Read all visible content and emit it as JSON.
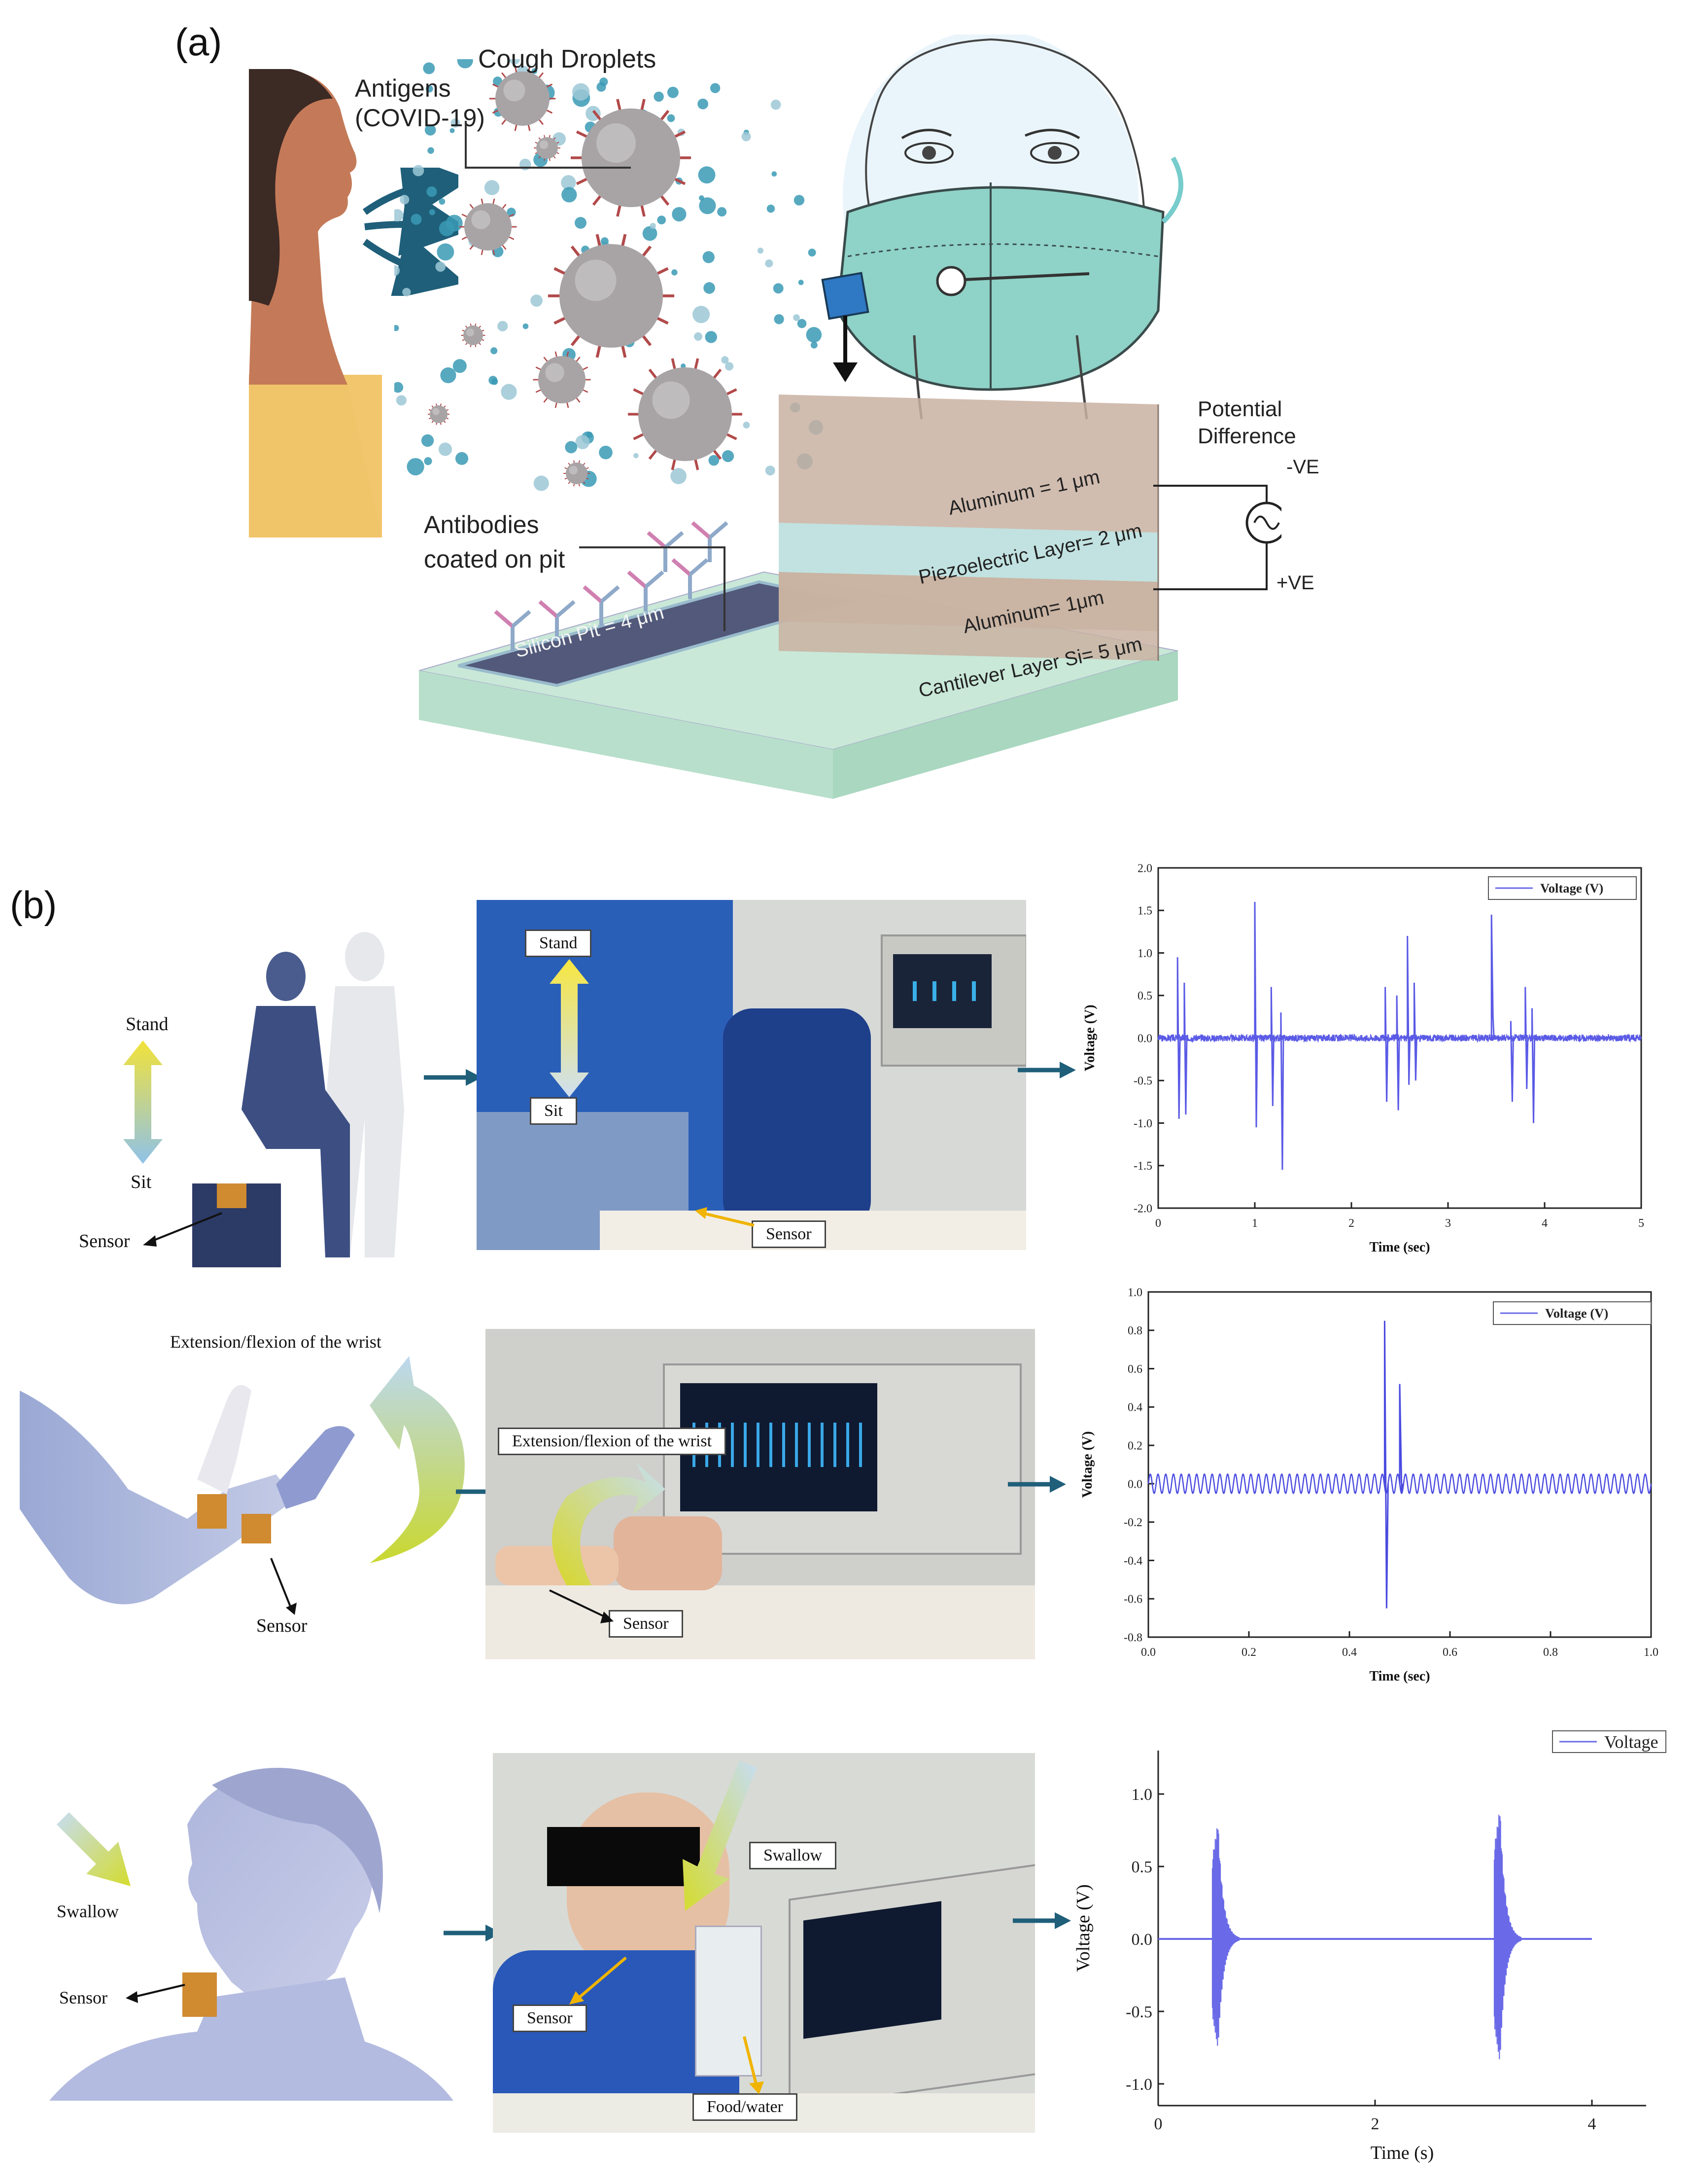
{
  "panel_a": {
    "label": "(a)",
    "antigens": "Antigens",
    "covid": "(COVID-19)",
    "cough_droplets": "Cough Droplets",
    "antibodies_line1": "Antibodies",
    "antibodies_line2": "coated on pit",
    "potential_line1": "Potential",
    "potential_line2": "Difference",
    "neg": "-VE",
    "pos": "+VE",
    "layer_al_top": "Aluminum = 1 μm",
    "layer_piezo": "Piezoelectric Layer= 2 μm",
    "layer_al_bottom": "Aluminum= 1μm",
    "layer_cantilever": "Cantilever Layer Si= 5 μm",
    "silicon_pit": "Silicon Pit = 4 μm",
    "colors": {
      "arrow": "#1f5f7a",
      "virus": "#a06060",
      "droplet": "#3a9ab5",
      "cantilever": "#c9e8d8",
      "piezo": "#bfe6e6",
      "aluminum": "#c9b2a2"
    }
  },
  "panel_b": {
    "label": "(b)",
    "row1": {
      "stand": "Stand",
      "sit": "Sit",
      "sensor": "Sensor",
      "photo_stand": "Stand",
      "photo_sit": "Sit",
      "photo_sensor": "Sensor"
    },
    "row2": {
      "title": "Extension/flexion of the wrist",
      "sensor": "Sensor",
      "photo_title": "Extension/flexion of the wrist",
      "photo_sensor": "Sensor"
    },
    "row3": {
      "swallow": "Swallow",
      "sensor": "Sensor",
      "photo_swallow": "Swallow",
      "photo_sensor": "Sensor",
      "photo_food": "Food/water"
    }
  },
  "chart_data": [
    {
      "type": "line",
      "xlabel": "Time (sec)",
      "ylabel": "Voltage (V)",
      "xlim": [
        0,
        5
      ],
      "ylim": [
        -2.0,
        2.0
      ],
      "xticks": [
        0,
        1,
        2,
        3,
        4,
        5
      ],
      "yticks": [
        -2.0,
        -1.5,
        -1.0,
        -0.5,
        0.0,
        0.5,
        1.0,
        1.5,
        2.0
      ],
      "ytick_labels": [
        "-2.0",
        "-1.5",
        "-1.0",
        "-0.5",
        "0.0",
        "0.5",
        "1.0",
        "1.5",
        "2.0"
      ],
      "legend": "top-right",
      "series": [
        {
          "name": "Voltage (V)",
          "spikes": [
            [
              0.2,
              0.95,
              -0.95
            ],
            [
              0.27,
              0.65,
              -0.9
            ],
            [
              1.0,
              1.6,
              -1.05
            ],
            [
              1.17,
              0.6,
              -0.8
            ],
            [
              1.27,
              0.3,
              -1.55
            ],
            [
              2.35,
              0.6,
              -0.75
            ],
            [
              2.47,
              0.5,
              -0.85
            ],
            [
              2.58,
              1.2,
              -0.55
            ],
            [
              2.65,
              0.65,
              -0.5
            ],
            [
              3.45,
              1.45,
              0.25
            ],
            [
              3.65,
              0.2,
              -0.75
            ],
            [
              3.8,
              0.6,
              -0.6
            ],
            [
              3.87,
              0.35,
              -1.0
            ]
          ],
          "noise_amplitude": 0.04
        }
      ]
    },
    {
      "type": "line",
      "xlabel": "Time (sec)",
      "ylabel": "Voltage (V)",
      "xlim": [
        0,
        1.0
      ],
      "ylim": [
        -0.8,
        1.0
      ],
      "xticks": [
        0.0,
        0.2,
        0.4,
        0.6,
        0.8,
        1.0
      ],
      "yticks": [
        -0.8,
        -0.6,
        -0.4,
        -0.2,
        0.0,
        0.2,
        0.4,
        0.6,
        0.8,
        1.0
      ],
      "ytick_labels": [
        "-0.8",
        "-0.6",
        "-0.4",
        "-0.2",
        "0.0",
        "0.2",
        "0.4",
        "0.6",
        "0.8",
        "1.0"
      ],
      "xtick_labels": [
        "0.0",
        "0.2",
        "0.4",
        "0.6",
        "0.8",
        "1.0"
      ],
      "legend": "top-right",
      "series": [
        {
          "name": "Voltage (V)",
          "oscillation_amplitude": 0.05,
          "oscillation_cycles": 65,
          "spikes": [
            [
              0.47,
              0.85,
              -0.65
            ],
            [
              0.5,
              0.52,
              -0.05
            ]
          ]
        }
      ]
    },
    {
      "type": "line",
      "xlabel": "Time (s)",
      "ylabel": "Voltage (V)",
      "xlim": [
        0,
        4.5
      ],
      "ylim": [
        -1.15,
        1.3
      ],
      "xticks": [
        0,
        2,
        4
      ],
      "yticks": [
        -1.0,
        -0.5,
        0.0,
        0.5,
        1.0
      ],
      "ytick_labels": [
        "-1.0",
        "-0.5",
        "0.0",
        "0.5",
        "1.0"
      ],
      "legend": "top-right-outside",
      "series": [
        {
          "name": "Voltage",
          "bursts": [
            [
              0.5,
              0.82,
              -0.8
            ],
            [
              3.1,
              0.92,
              -0.9
            ]
          ],
          "x_end": 4.0
        }
      ]
    }
  ]
}
